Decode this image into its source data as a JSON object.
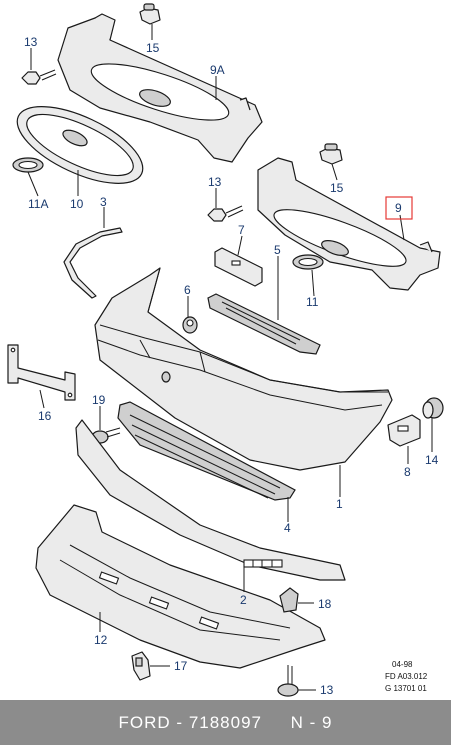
{
  "callouts": {
    "c13a": "13",
    "c15a": "15",
    "c9a": "9A",
    "c11a": "11A",
    "c10": "10",
    "c3": "3",
    "c13b": "13",
    "c15b": "15",
    "c9": "9",
    "c7": "7",
    "c5": "5",
    "c11": "11",
    "c6": "6",
    "c16": "16",
    "c19": "19",
    "c4": "4",
    "c1": "1",
    "c8": "8",
    "c14": "14",
    "c2": "2",
    "c18": "18",
    "c12": "12",
    "c17": "17",
    "c13c": "13"
  },
  "reference": {
    "date": "04-98",
    "code1": "FD A03.012",
    "code2": "G 13701 01"
  },
  "footer": {
    "brand": "FORD",
    "part_number": "7188097",
    "position": "N - 9",
    "sep": " - "
  },
  "colors": {
    "callout_text": "#1a3a6e",
    "highlight": "#e53935",
    "footer_bg": "#8c8c8c"
  }
}
